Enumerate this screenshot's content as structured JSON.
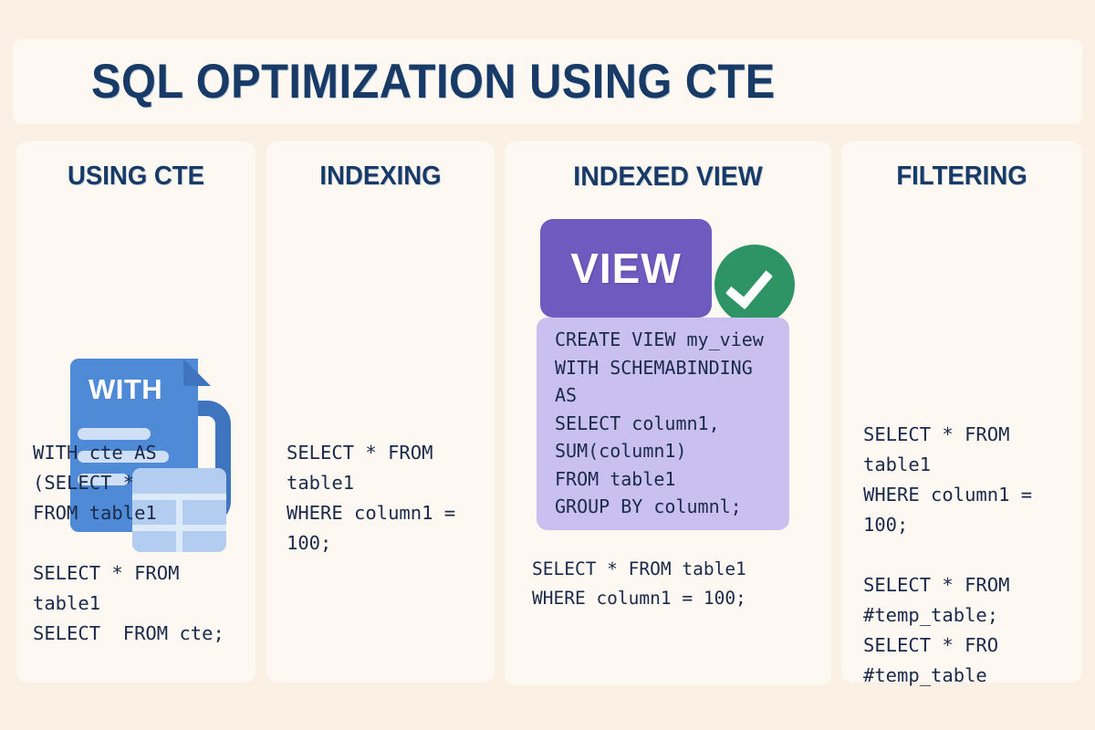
{
  "page": {
    "title": "SQL OPTIMIZATION USING CTE",
    "background_color": "#faf0e4",
    "card_color": "#fdf8f1",
    "heading_color": "#173a66",
    "code_color": "#1b2a4a"
  },
  "cards": [
    {
      "title": "USING CTE",
      "icon": {
        "name": "document-with-table-icon",
        "badge_text": "WITH",
        "colors": {
          "document": "#4f8ad6",
          "table": "#b3cdf0"
        }
      },
      "code": "WITH cte AS\n(SELECT *\nFROM table1\n\nSELECT * FROM\ntable1\nSELECT  FROM cte;"
    },
    {
      "title": "INDEXING",
      "icon": {
        "name": "linked-tables-index-icon",
        "colors": {
          "table_back": "#b3cdf0",
          "table_front": "#4f8ad6",
          "node": "#1f3f78",
          "node_lines": "#f5b63a"
        }
      },
      "code": "SELECT * FROM\ntable1\nWHERE column1 =\n100;"
    },
    {
      "title": "INDEXED VIEW",
      "icon": {
        "name": "view-badge-with-check-icon",
        "badge_text": "VIEW",
        "colors": {
          "badge": "#6d5bc0",
          "check_circle": "#2e9466",
          "code_block": "#c9c0f0"
        }
      },
      "code_block": "CREATE VIEW my_view\nWITH SCHEMABINDING\nAS\nSELECT column1,\nSUM(column1)\nFROM table1\nGROUP BY columnl;",
      "code": "SELECT * FROM table1\nWHERE column1 = 100;"
    },
    {
      "title": "FILTERING",
      "icon": {
        "name": "table-funnel-filter-icon",
        "colors": {
          "table": "#b3cdf0",
          "funnel": "#4d89d4",
          "funnel_top": "#2f63ad",
          "drop": "#f3982f"
        }
      },
      "code": "SELECT * FROM\ntable1\nWHERE column1 =\n100;\n\nSELECT * FROM\n#temp_table;\nSELECT * FRO\n#temp_table"
    }
  ]
}
